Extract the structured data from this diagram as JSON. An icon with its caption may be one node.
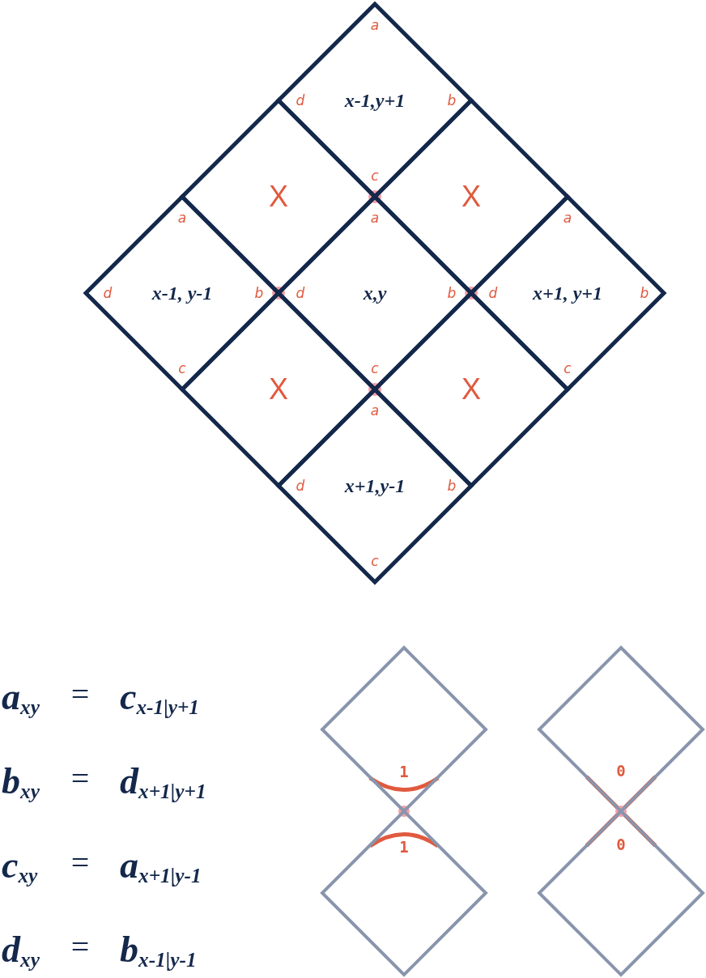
{
  "diagram": {
    "nodes": [
      {
        "text": [
          "a",
          "d",
          "x-1,y+1",
          "b",
          "c"
        ]
      },
      {
        "text": [
          "X"
        ]
      },
      {
        "text": [
          "X"
        ]
      },
      {
        "text": [
          "a",
          "d",
          "x-1, y-1",
          "b",
          "c"
        ]
      },
      {
        "text": [
          "a",
          "d",
          "x,y",
          "b",
          "c"
        ]
      },
      {
        "text": [
          "a",
          "d",
          "x+1, y+1",
          "b",
          "c"
        ]
      },
      {
        "text": [
          "X"
        ]
      },
      {
        "text": [
          "X"
        ]
      },
      {
        "text": [
          "a",
          "d",
          "x+1,y-1",
          "b",
          "c"
        ]
      },
      {
        "text": [],
        "shape": "diamond"
      },
      {
        "text": [],
        "shape": "diamond"
      },
      {
        "text": [],
        "shape": "diamond"
      },
      {
        "text": [],
        "shape": "diamond"
      }
    ],
    "edges": [
      {
        "from": 11,
        "to": 12,
        "arrow": "none",
        "color": "#e05a3f"
      },
      {
        "from": 11,
        "to": 12,
        "arrow": "none",
        "color": "#e05a3f"
      }
    ],
    "labels": [
      "a$_{xy}$",
      "=",
      "c$_{x-1|y+1}$",
      "1",
      "0",
      "b$_{xy}$",
      "=",
      "d$_{x+1|y+1}$",
      "1",
      "0",
      "c$_{xy}$",
      "=",
      "a$_{x+1|y-1}$",
      "d$_{xy}$",
      "=",
      "b$_{x-1|y-1}$"
    ]
  }
}
